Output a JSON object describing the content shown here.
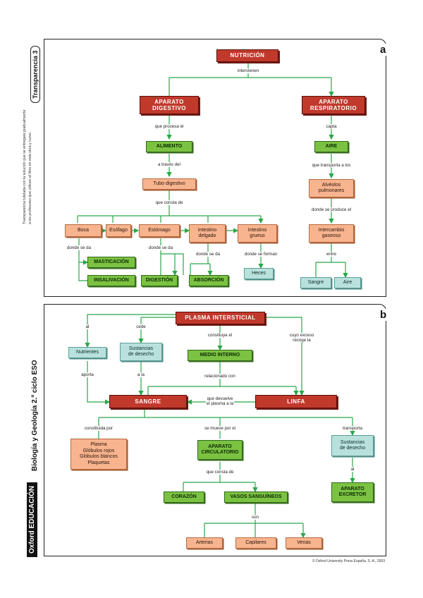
{
  "side": {
    "tab": "Transparencia 3",
    "note_1": "Transparencia tutelada con la solución que se entregará gradualmente",
    "note_2": "a los profesores que utilicen el libro en esta obra y curso.",
    "book": "Biología y Geología 2.º ciclo ESO",
    "brand": "Oxford EDUCACIÓN"
  },
  "copyright": "© Oxford University Press España, S. A., 2003",
  "panel_a": {
    "tag": "a",
    "nodes": {
      "nutricion": "NUTRICIÓN",
      "ap_digestivo": "APARATO\nDIGESTIVO",
      "ap_respiratorio": "APARATO\nRESPIRATORIO",
      "alimento": "ALIMENTO",
      "tubo": "Tubo digestivo",
      "boca": "Boca",
      "esofago": "Esófago",
      "estomago": "Estómago",
      "intestino_delgado": "Intestino\ndelgado",
      "intestino_grueso": "Intestino\ngrueso",
      "masticacion": "MASTICACIÓN",
      "insalivacion": "INSALIVACIÓN",
      "digestion": "DIGESTIÓN",
      "absorcion": "ABSORCIÓN",
      "heces": "Heces",
      "aire": "AIRE",
      "alveolos": "Alvéolos\npulmonares",
      "intercambio": "Intercambio\ngaseoso",
      "sangre": "Sangre",
      "aire2": "Aire"
    },
    "labels": {
      "intervienen": "intervienen",
      "que_procesa": "que procesa el",
      "a_traves": "a través del",
      "que_consta": "que consta de",
      "donde_1": "donde se da",
      "donde_2": "donde se da",
      "donde_3": "donde se da",
      "donde_forman": "donde se forman",
      "capta": "capta",
      "que_transporta": "que transporta a los",
      "donde_produce": "donde se produce el",
      "entre": "entre"
    }
  },
  "panel_b": {
    "tag": "b",
    "nodes": {
      "plasma_int": "PLASMA INTERSTICIAL",
      "nutrientes": "Nutrientes",
      "sustancias": "Sustancias\nde desecho",
      "medio": "MEDIO INTERNO",
      "sangre": "SANGRE",
      "linfa": "LINFA",
      "componentes": "Plasma\nGlóbulos rojos\nGlóbulos blancos\nPlaquetas",
      "ap_circ": "APARATO\nCIRCULATORIO",
      "corazon": "CORAZÓN",
      "vasos": "VASOS SANGUÍNEOS",
      "arterias": "Arterias",
      "capilares": "Capilares",
      "venas": "Venas",
      "sust2": "Sustancias\nde desecho",
      "ap_excr": "APARATO\nEXCRETOR"
    },
    "labels": {
      "al": "al",
      "cede": "cede",
      "constituye": "constituye el",
      "cuyo_exceso": "cuyo exceso\nrecoge la",
      "aporta": "aporta",
      "a_la": "a la",
      "relacionado": "relacionado con",
      "devuelve": "que devuelve\nel plasma a la",
      "constituida": "constituida por",
      "se_mueve": "se mueve por el",
      "transporta": "transporta",
      "al2": "al",
      "consta": "que consta de",
      "son": "son"
    }
  },
  "colors": {
    "line": "#29a84a",
    "red": "#c0392b",
    "green": "#7cc242",
    "peach": "#f7b48f",
    "teal": "#b9e1dc"
  }
}
